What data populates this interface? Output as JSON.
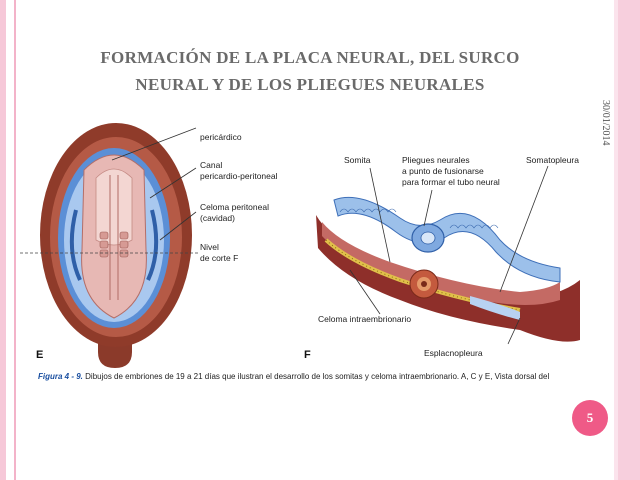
{
  "slide": {
    "title_line1": "FORMACIÓN DE LA PLACA NEURAL, DEL SURCO",
    "title_line2": "NEURAL Y DE LOS PLIEGUES NEURALES",
    "date": "30/01/2014",
    "page_number": "5"
  },
  "figure_left": {
    "panel_letter": "E",
    "label_pericardico": "pericárdico",
    "label_canal_1": "Canal",
    "label_canal_2": "pericardio-peritoneal",
    "label_celoma_1": "Celoma peritoneal",
    "label_celoma_2": "(cavidad)",
    "label_nivel_1": "Nivel",
    "label_nivel_2": "de corte F"
  },
  "figure_right": {
    "panel_letter": "F",
    "label_somita": "Somita",
    "label_pliegues_1": "Pliegues neurales",
    "label_pliegues_2": "a punto de fusionarse",
    "label_pliegues_3": "para formar el tubo neural",
    "label_somatopleura": "Somatopleura",
    "label_celoma_intra": "Celoma intraembrionario",
    "label_esplacnopleura": "Esplacnopleura"
  },
  "caption": {
    "figure_label": "Figura 4 - 9.",
    "text": "Dibujos de embriones de 19 a 21 días que ilustran el desarrollo de los somitas y celoma intraembrionario. A, C y E, Vista dorsal del"
  },
  "colors": {
    "accent_pink": "#ef5a87",
    "title_gray": "#6a6a6a",
    "caption_blue": "#1a4fa0"
  }
}
